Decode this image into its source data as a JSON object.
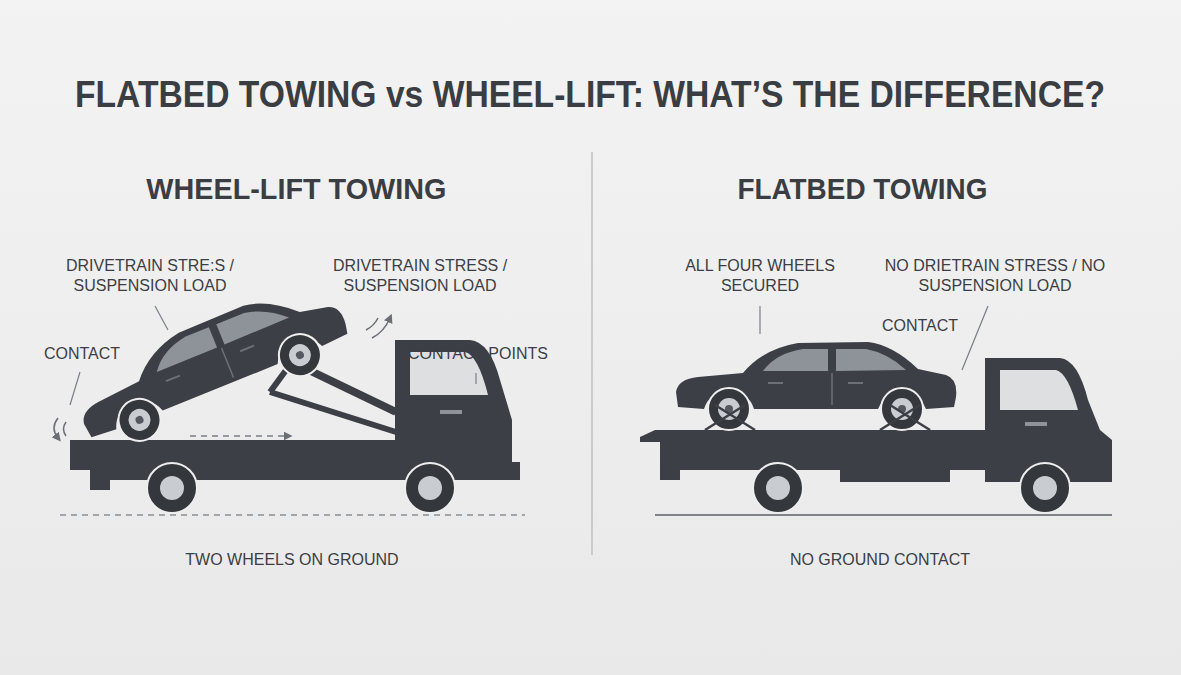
{
  "diagram": {
    "title": "FLATBED TOWING vs WHEEL-LIFT: WHAT’S THE DIFFERENCE?",
    "labels": [
      "WHEEL-LIFT TOWING",
      "FLATBED TOWING",
      "DRIVETRAIN STRE:S / SUSPENSION LOAD",
      "DRIVETRAIN STRESS / SUSPENSION LOAD",
      "ALL FOUR WHEELS SECURED",
      "NO DRIETRAIN STRESS / NO SUSPENSION LOAD",
      "CONTACT",
      "CONTACT POINTS",
      "CONTACT",
      "TWO WHEELS ON GROUND",
      "NO GROUND CONTACT"
    ]
  }
}
